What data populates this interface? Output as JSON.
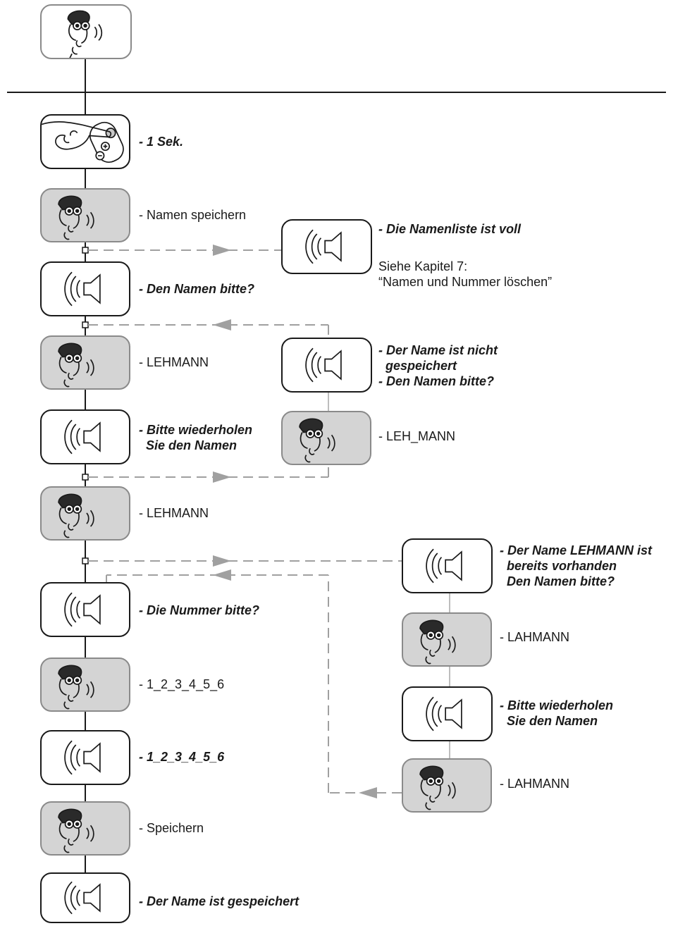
{
  "diagram": {
    "labels": {
      "one_sec": "- 1 Sek.",
      "namen_speichern": "- Namen speichern",
      "namenliste_voll": "- Die Namenliste ist voll",
      "siehe_kapitel": "Siehe Kapitel 7:\n“Namen und Nummer löschen”",
      "den_namen_bitte_1": "- Den Namen bitte?",
      "lehmann_1": "- LEHMANN",
      "nicht_gespeichert": "- Der Name ist nicht\n  gespeichert\n- Den Namen bitte?",
      "wiederholen_1": "- Bitte wiederholen\n  Sie den Namen",
      "leh_mann": "- LEH_MANN",
      "lehmann_2": "- LEHMANN",
      "bereits_vorhanden": "- Der Name LEHMANN ist\n  bereits vorhanden\n  Den Namen bitte?",
      "nummer_bitte": "- Die Nummer bitte?",
      "lahmann_1": "- LAHMANN",
      "wiederholen_2": "- Bitte wiederholen\n  Sie den Namen",
      "digits_said": "- 1_2_3_4_5_6",
      "digits_echo": "- 1_2_3_4_5_6",
      "lahmann_2": "- LAHMANN",
      "speichern": "- Speichern",
      "gespeichert": "- Der Name ist gespeichert"
    },
    "icons": {
      "speaker": "speaker-icon",
      "user": "user-speaking-icon",
      "hand": "hand-press-button-icon"
    },
    "colors": {
      "line": "#1a1a1a",
      "dashed": "#a0a0a0",
      "user_fill": "#d4d4d4"
    }
  }
}
